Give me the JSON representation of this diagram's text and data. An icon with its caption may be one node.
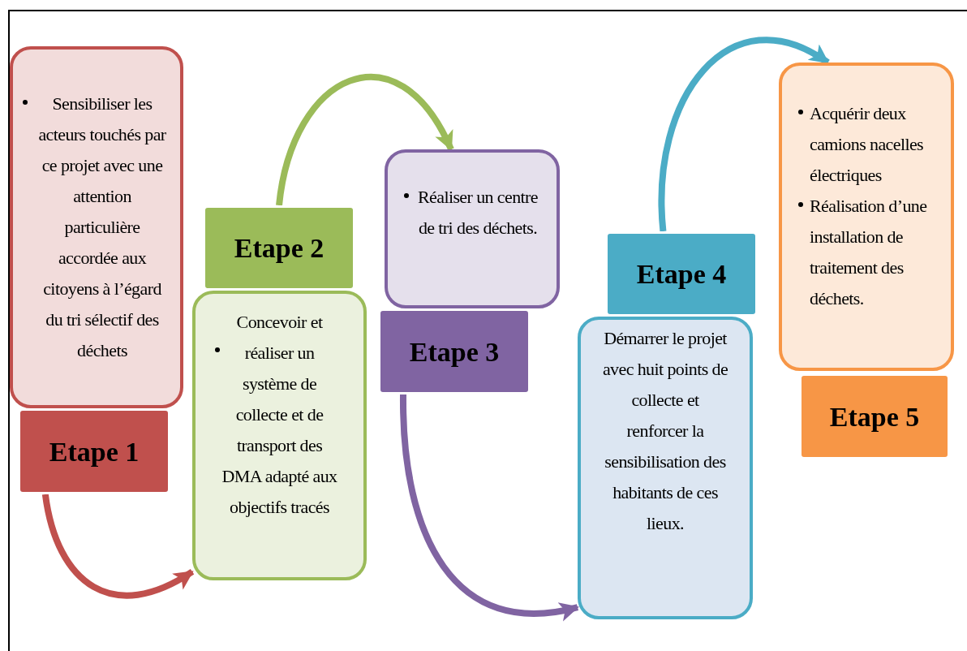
{
  "diagram": {
    "nodes": [
      {
        "text": [
          "Sensibiliser les acteurs touchés par ce projet avec une attention particulière accordée aux citoyens à l’égard du tri sélectif des déchets"
        ]
      },
      {
        "text": [
          "Etape 1"
        ]
      },
      {
        "text": [
          "Concevoir et réaliser un système de collecte et de transport des DMA adapté aux objectifs tracés"
        ]
      },
      {
        "text": [
          "Etape 2"
        ]
      },
      {
        "text": [
          "Réaliser un centre de tri des déchets."
        ]
      },
      {
        "text": [
          "Etape 3"
        ]
      },
      {
        "text": [
          "Démarrer le projet avec huit points de collecte et renforcer la sensibilisation des habitants de ces lieux."
        ]
      },
      {
        "text": [
          "Etape 4"
        ]
      },
      {
        "text": [
          "Acquérir deux camions nacelles électriques",
          "Réalisation d’une installation de traitement des déchets."
        ]
      },
      {
        "text": [
          "Etape 5"
        ]
      }
    ],
    "edges": [
      {
        "from": 1,
        "to": 2,
        "arrow": "to",
        "color": "#c0504d"
      },
      {
        "from": 3,
        "to": 4,
        "arrow": "to",
        "color": "#9bbb59"
      },
      {
        "from": 5,
        "to": 6,
        "arrow": "to",
        "color": "#8064a2"
      },
      {
        "from": 7,
        "to": 8,
        "arrow": "to",
        "color": "#4bacc6"
      }
    ]
  }
}
